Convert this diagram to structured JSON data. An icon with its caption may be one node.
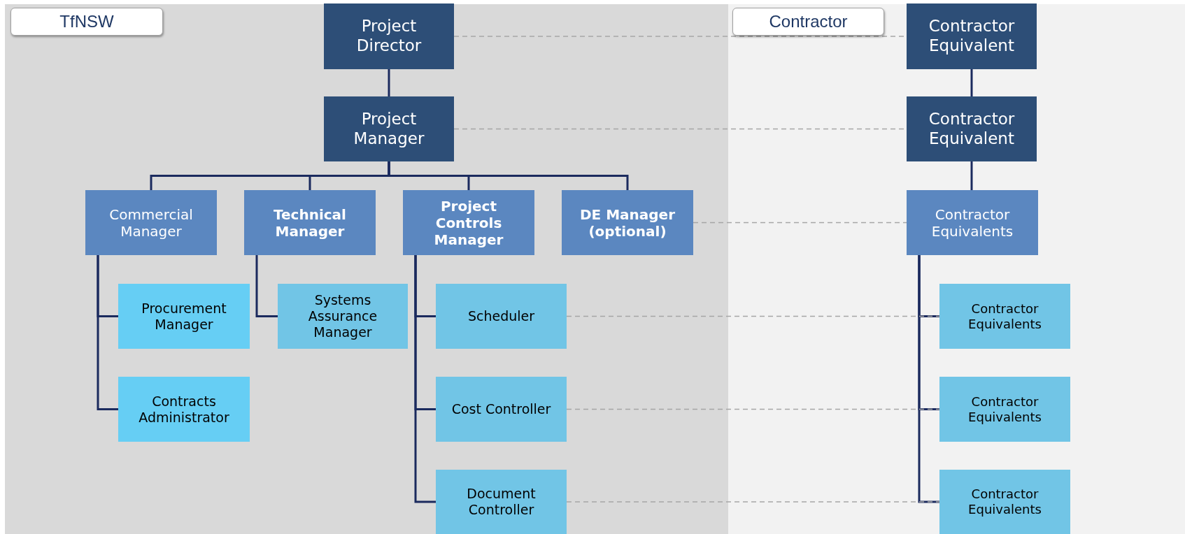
{
  "diagram": {
    "nodes": [
      {
        "text": [
          "TfNSW"
        ]
      },
      {
        "text": [
          "Contractor"
        ]
      },
      {
        "text": [
          "Project Director"
        ]
      },
      {
        "text": [
          "Project Manager"
        ]
      },
      {
        "text": [
          "Commercial Manager"
        ]
      },
      {
        "text": [
          "Technical Manager"
        ]
      },
      {
        "text": [
          "Project Controls Manager"
        ]
      },
      {
        "text": [
          "DE Manager (optional)"
        ]
      },
      {
        "text": [
          "Procurement Manager"
        ]
      },
      {
        "text": [
          "Contracts Administrator"
        ]
      },
      {
        "text": [
          "Systems Assurance Manager"
        ]
      },
      {
        "text": [
          "Scheduler"
        ]
      },
      {
        "text": [
          "Cost Controller"
        ]
      },
      {
        "text": [
          "Document Controller"
        ]
      },
      {
        "text": [
          "Contractor Equivalent"
        ]
      },
      {
        "text": [
          "Contractor Equivalent"
        ]
      },
      {
        "text": [
          "Contractor Equivalents"
        ]
      },
      {
        "text": [
          "Contractor Equivalents"
        ]
      },
      {
        "text": [
          "Contractor Equivalents"
        ]
      },
      {
        "text": [
          "Contractor Equivalents"
        ]
      }
    ],
    "edges": [
      {
        "from": 2,
        "to": 3,
        "arrow": "none"
      },
      {
        "from": 3,
        "to": 4,
        "arrow": "none"
      },
      {
        "from": 3,
        "to": 5,
        "arrow": "none"
      },
      {
        "from": 3,
        "to": 6,
        "arrow": "none"
      },
      {
        "from": 3,
        "to": 7,
        "arrow": "none"
      },
      {
        "from": 4,
        "to": 8,
        "arrow": "none"
      },
      {
        "from": 4,
        "to": 9,
        "arrow": "none"
      },
      {
        "from": 5,
        "to": 10,
        "arrow": "none"
      },
      {
        "from": 6,
        "to": 11,
        "arrow": "none"
      },
      {
        "from": 6,
        "to": 12,
        "arrow": "none"
      },
      {
        "from": 6,
        "to": 13,
        "arrow": "none"
      },
      {
        "from": 14,
        "to": 15,
        "arrow": "none"
      },
      {
        "from": 15,
        "to": 16,
        "arrow": "none"
      },
      {
        "from": 16,
        "to": 17,
        "arrow": "none"
      },
      {
        "from": 16,
        "to": 18,
        "arrow": "none"
      },
      {
        "from": 16,
        "to": 19,
        "arrow": "none"
      },
      {
        "from": 2,
        "to": 14,
        "arrow": "none",
        "style": "dashed",
        "color": "#a6a6a6"
      },
      {
        "from": 3,
        "to": 15,
        "arrow": "none",
        "style": "dashed",
        "color": "#a6a6a6"
      },
      {
        "from": 7,
        "to": 16,
        "arrow": "none",
        "style": "dashed",
        "color": "#a6a6a6"
      },
      {
        "from": 11,
        "to": 17,
        "arrow": "none",
        "style": "dashed",
        "color": "#a6a6a6"
      },
      {
        "from": 12,
        "to": 18,
        "arrow": "none",
        "style": "dashed",
        "color": "#a6a6a6"
      },
      {
        "from": 13,
        "to": 19,
        "arrow": "none",
        "style": "dashed",
        "color": "#a6a6a6"
      }
    ]
  }
}
